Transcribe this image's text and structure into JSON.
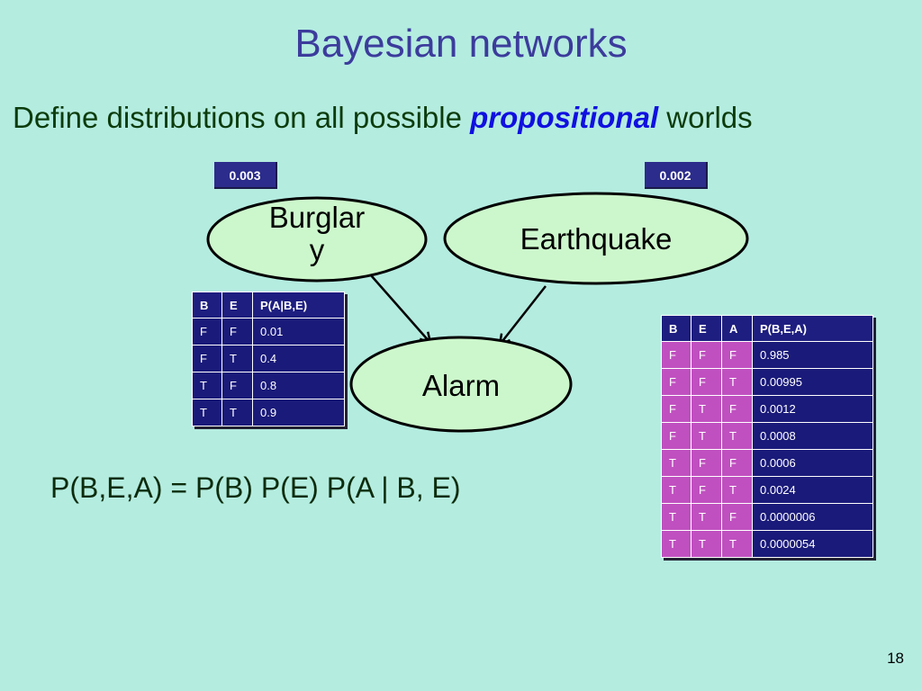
{
  "slide": {
    "title": "Bayesian networks",
    "subtitle_pre": "Define distributions on all possible ",
    "subtitle_em": "propositional",
    "subtitle_post": " worlds",
    "formula": "P(B,E,A) = P(B) P(E) P(A | B, E)",
    "page_number": "18"
  },
  "nodes": {
    "burglary": {
      "label_line1": "Burglar",
      "label_line2": "y",
      "prior": "0.003"
    },
    "earthquake": {
      "label": "Earthquake",
      "prior": "0.002"
    },
    "alarm": {
      "label": "Alarm"
    }
  },
  "colors": {
    "background": "#b4ece0",
    "node_fill": "#ccf7cc",
    "table_header": "#1e1e80",
    "table_cell": "#1a1a7a",
    "table_pink": "#c050c0",
    "title": "#3c3c9c",
    "emphasis": "#1010e0"
  },
  "cpt_alarm": {
    "headers": [
      "B",
      "E",
      "P(A|B,E)"
    ],
    "rows": [
      [
        "F",
        "F",
        "0.01"
      ],
      [
        "F",
        "T",
        "0.4"
      ],
      [
        "T",
        "F",
        "0.8"
      ],
      [
        "T",
        "T",
        "0.9"
      ]
    ]
  },
  "joint_table": {
    "headers": [
      "B",
      "E",
      "A",
      "P(B,E,A)"
    ],
    "rows": [
      [
        "F",
        "F",
        "F",
        "0.985"
      ],
      [
        "F",
        "F",
        "T",
        "0.00995"
      ],
      [
        "F",
        "T",
        "F",
        "0.0012"
      ],
      [
        "F",
        "T",
        "T",
        "0.0008"
      ],
      [
        "T",
        "F",
        "F",
        "0.0006"
      ],
      [
        "T",
        "F",
        "T",
        "0.0024"
      ],
      [
        "T",
        "T",
        "F",
        "0.0000006"
      ],
      [
        "T",
        "T",
        "T",
        "0.0000054"
      ]
    ]
  }
}
